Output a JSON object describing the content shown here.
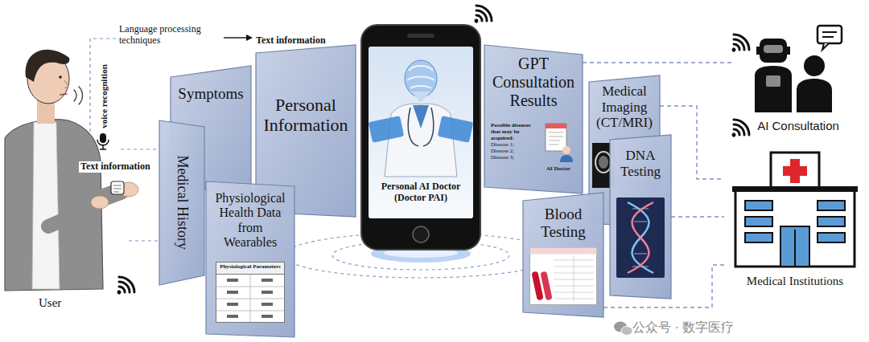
{
  "diagram": {
    "nodes": [
      {
        "text": [
          "Symptoms"
        ]
      },
      {
        "text": [
          "Medical History"
        ]
      },
      {
        "text": [
          "Personal Information"
        ]
      },
      {
        "text": [
          "Physiological Health Data from Wearables",
          "Physiological Parameters"
        ]
      },
      {
        "text": [
          "Personal AI Doctor (Doctor PAI)"
        ]
      },
      {
        "text": [
          "GPT Consultation Results",
          "Possible diseases that may be acquired:",
          "Disease 1;",
          "Disease 2;",
          "Disease 3;",
          "AI Doctor"
        ]
      },
      {
        "text": [
          "Medical Imaging (CT/MRI)"
        ]
      },
      {
        "text": [
          "DNA Testing"
        ]
      },
      {
        "text": [
          "Blood Testing"
        ]
      },
      {
        "text": [
          "AI Consultation"
        ]
      },
      {
        "text": [
          "Medical Institutions"
        ]
      }
    ],
    "edges": [
      {
        "from": 5,
        "to": 9,
        "arrow": "none"
      },
      {
        "from": 6,
        "to": 10,
        "arrow": "none"
      },
      {
        "from": 7,
        "to": 10,
        "arrow": "none"
      },
      {
        "from": 8,
        "to": 10,
        "arrow": "none"
      }
    ],
    "labels": [
      "Language processing techniques",
      "Text information",
      "voice recognition",
      "Text information",
      "User",
      "公众号 · 数字医疗"
    ]
  }
}
